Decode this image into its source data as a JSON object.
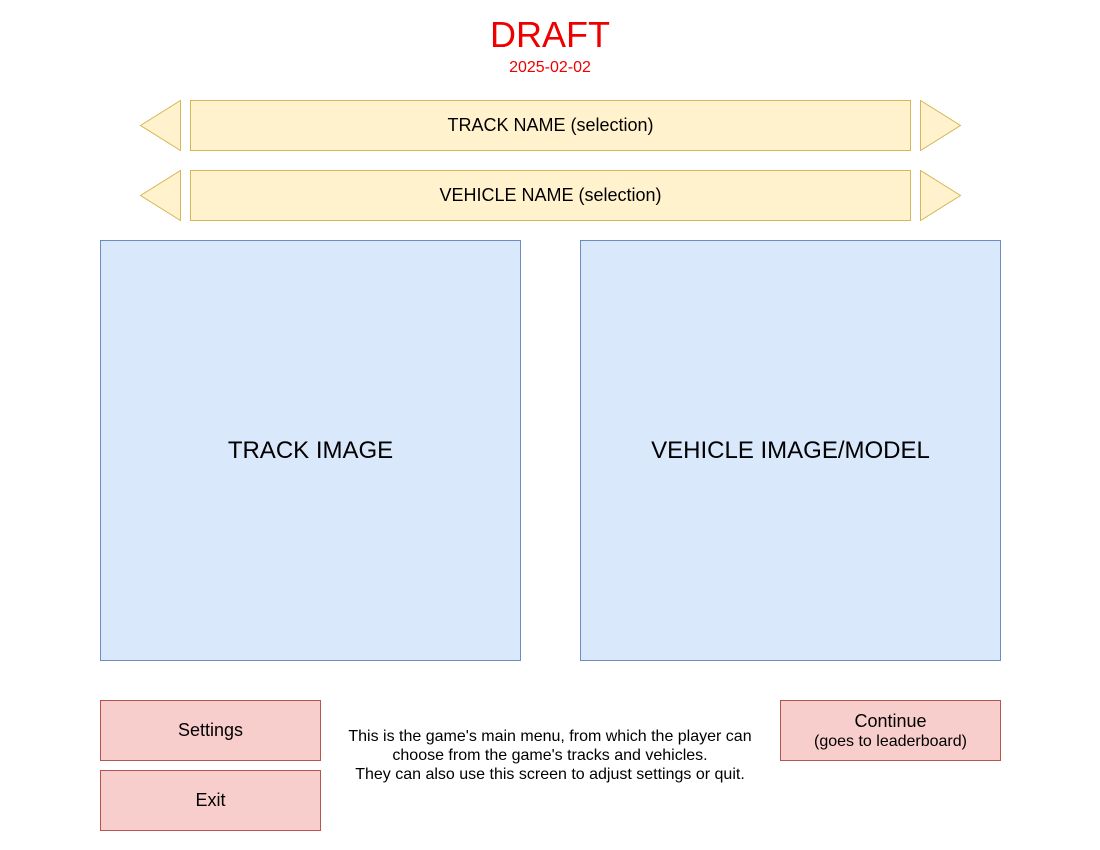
{
  "header": {
    "title": "DRAFT",
    "date": "2025-02-02",
    "accent_color": "#ee0000"
  },
  "track_selector": {
    "label": "TRACK NAME (selection)",
    "prev_icon": "triangle-left-icon",
    "next_icon": "triangle-right-icon"
  },
  "vehicle_selector": {
    "label": "VEHICLE NAME (selection)",
    "prev_icon": "triangle-left-icon",
    "next_icon": "triangle-right-icon"
  },
  "panels": {
    "track_image_label": "TRACK IMAGE",
    "vehicle_image_label": "VEHICLE IMAGE/MODEL"
  },
  "buttons": {
    "settings_label": "Settings",
    "exit_label": "Exit",
    "continue_label": "Continue",
    "continue_sub_label": "(goes to leaderboard)"
  },
  "description": {
    "lines": [
      "This is the game's main menu, from which the player can",
      "choose from the game's tracks and vehicles.",
      "They can also use this screen to adjust settings or quit."
    ]
  },
  "colors": {
    "selector_fill": "#fff2cc",
    "selector_stroke": "#d6b656",
    "panel_fill": "#dae8fc",
    "panel_stroke": "#6c8ebf",
    "button_fill": "#f8cecc",
    "button_stroke": "#b85450"
  }
}
